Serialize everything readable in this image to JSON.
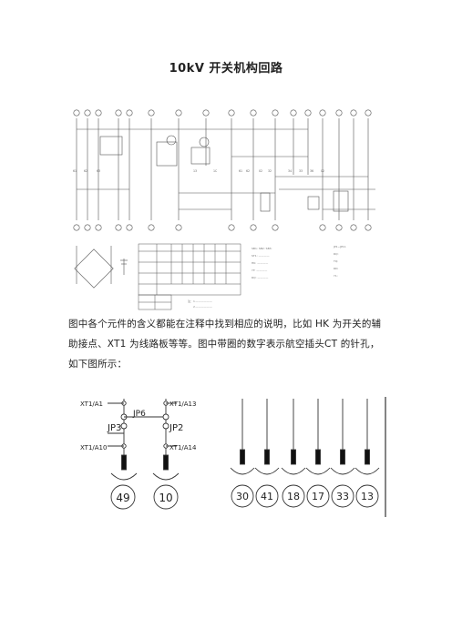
{
  "document": {
    "title": "10kV 开关机构回路",
    "paragraph": "图中各个元件的含义都能在注释中找到相应的说明，比如 HK 为开关的辅助接点、XT1 为线路板等等。图中带圈的数字表示航空插头CT 的针孔，如下图所示："
  },
  "detail_left": {
    "labels": [
      "XT1/A1",
      "JP6",
      "JP3",
      "XT1/A10",
      "XT1/A13",
      "JP2",
      "XT1/A14"
    ],
    "pins": [
      "49",
      "10"
    ]
  },
  "detail_right": {
    "pins": [
      "30",
      "41",
      "18",
      "17",
      "33",
      "13"
    ]
  }
}
